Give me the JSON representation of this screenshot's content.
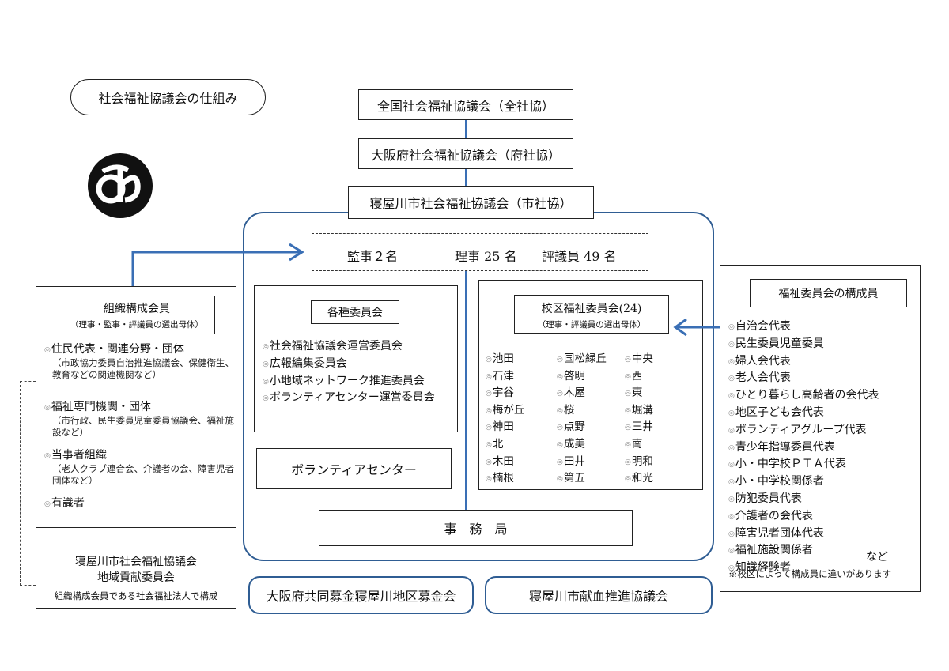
{
  "title": "社会福祉協議会の仕組み",
  "logo_name": "logo-icon",
  "colors": {
    "line_blue": "#3a6fb5",
    "border": "#222222",
    "frame": "#2f5d93"
  },
  "national": "全国社会福祉協議会（全社協）",
  "prefecture": "大阪府社会福祉協議会（府社協）",
  "city": "寝屋川市社会福祉協議会（市社協）",
  "officers": {
    "auditors": "監事２名",
    "directors": "理事 25 名",
    "councilors": "評議員 49 名"
  },
  "member_org": {
    "title": "組織構成会員",
    "subtitle": "（理事・監事・評議員の選出母体）",
    "items": [
      {
        "label": "住民代表・関連分野・団体",
        "note": "（市政協力委員自治推進協議会、保健衛生、教育などの関連機関など）"
      },
      {
        "label": "福祉専門機関・団体",
        "note": "（市行政、民生委員児童委員協議会、福祉施設など）"
      },
      {
        "label": "当事者組織",
        "note": "（老人クラブ連合会、介護者の会、障害児者団体など）"
      },
      {
        "label": "有識者",
        "note": ""
      }
    ]
  },
  "contribution": {
    "title_line1": "寝屋川市社会福祉協議会",
    "title_line2": "地域貢献委員会",
    "desc": "組織構成会員である社会福祉法人で構成"
  },
  "committees": {
    "title": "各種委員会",
    "items": [
      "社会福祉協議会運営委員会",
      "広報編集委員会",
      "小地域ネットワーク推進委員会",
      "ボランティアセンター運営委員会"
    ]
  },
  "volunteer_center": "ボランティアセンター",
  "secretariat": "事　務　局",
  "districts": {
    "title": "校区福祉委員会(24)",
    "subtitle": "（理事・評議員の選出母体）",
    "col1": [
      "池田",
      "石津",
      "宇谷",
      "梅が丘",
      "神田",
      "北",
      "木田",
      "楠根"
    ],
    "col2": [
      "国松緑丘",
      "啓明",
      "木屋",
      "桜",
      "点野",
      "成美",
      "田井",
      "第五"
    ],
    "col3": [
      "中央",
      "西",
      "東",
      "堀溝",
      "三井",
      "南",
      "明和",
      "和光"
    ]
  },
  "welfare_members": {
    "title": "福祉委員会の構成員",
    "items": [
      "自治会代表",
      "民生委員児童委員",
      "婦人会代表",
      "老人会代表",
      "ひとり暮らし高齢者の会代表",
      "地区子ども会代表",
      "ボランティアグループ代表",
      "青少年指導委員代表",
      "小・中学校ＰＴＡ代表",
      "小・中学校関係者",
      "防犯委員代表",
      "介護者の会代表",
      "障害児者団体代表",
      "福祉施設関係者",
      "知識経験者"
    ],
    "etc": "など",
    "footnote": "※校区によって構成員に違いがあります"
  },
  "community_chest": "大阪府共同募金寝屋川地区募金会",
  "blood_donation": "寝屋川市献血推進協議会"
}
